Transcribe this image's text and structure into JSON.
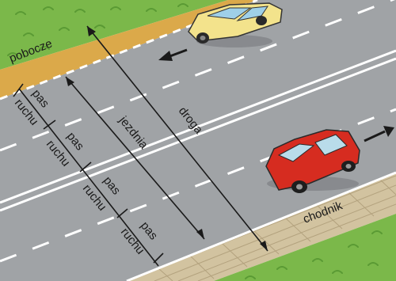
{
  "labels": {
    "shoulder": "pobocze",
    "road": "droga",
    "carriageway": "jezdnia",
    "lane": "pas",
    "of_traffic": "ruchu",
    "sidewalk": "chodnik"
  },
  "colors": {
    "grass": "#7bb84a",
    "shoulder": "#dba94a",
    "asphalt": "#a0a3a6",
    "sidewalk": "#d2c3a0",
    "yellow_car": "#f3e38c",
    "red_car": "#d62c20"
  },
  "icons": [
    "arrow-left-icon",
    "arrow-right-icon"
  ]
}
